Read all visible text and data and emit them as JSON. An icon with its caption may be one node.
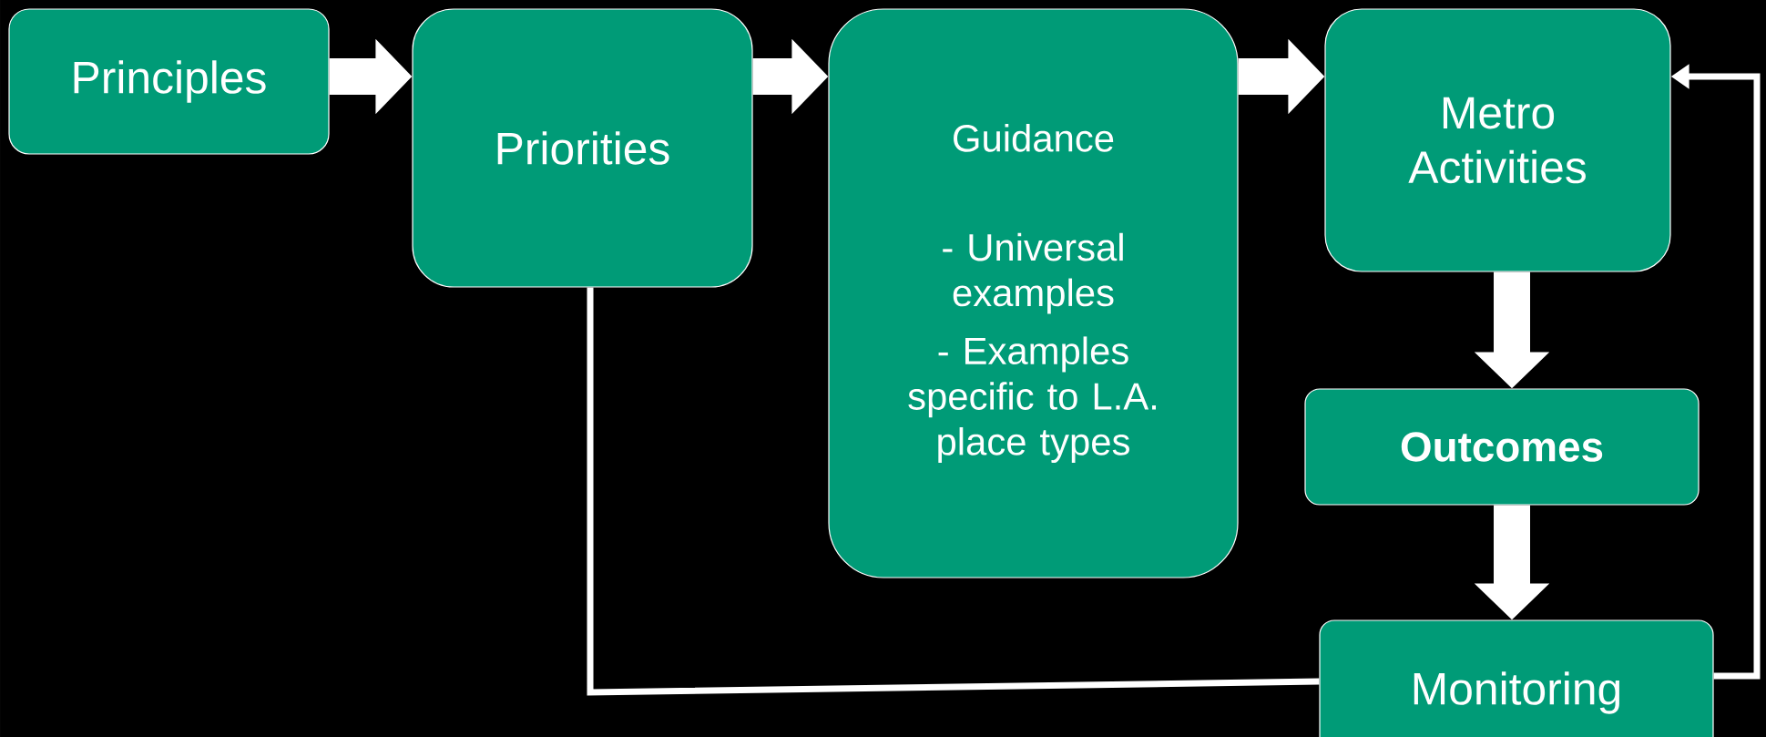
{
  "diagram": {
    "nodes": [
      {
        "text": [
          "Principles"
        ]
      },
      {
        "text": [
          "Priorities"
        ]
      },
      {
        "text": [
          "Guidance",
          "- Universal examples",
          "- Examples specific to L.A. place types"
        ]
      },
      {
        "text": [
          "Metro Activities"
        ]
      },
      {
        "text": [
          "Outcomes"
        ]
      },
      {
        "text": [
          "Monitoring"
        ]
      }
    ],
    "edges": [
      {
        "from": 0,
        "to": 1,
        "arrow": "to"
      },
      {
        "from": 1,
        "to": 2,
        "arrow": "to"
      },
      {
        "from": 2,
        "to": 3,
        "arrow": "to"
      },
      {
        "from": 3,
        "to": 4,
        "arrow": "to"
      },
      {
        "from": 4,
        "to": 5,
        "arrow": "to"
      },
      {
        "from": 5,
        "to": 3,
        "arrow": "to"
      },
      {
        "from": 1,
        "to": 5,
        "arrow": "none"
      }
    ]
  }
}
